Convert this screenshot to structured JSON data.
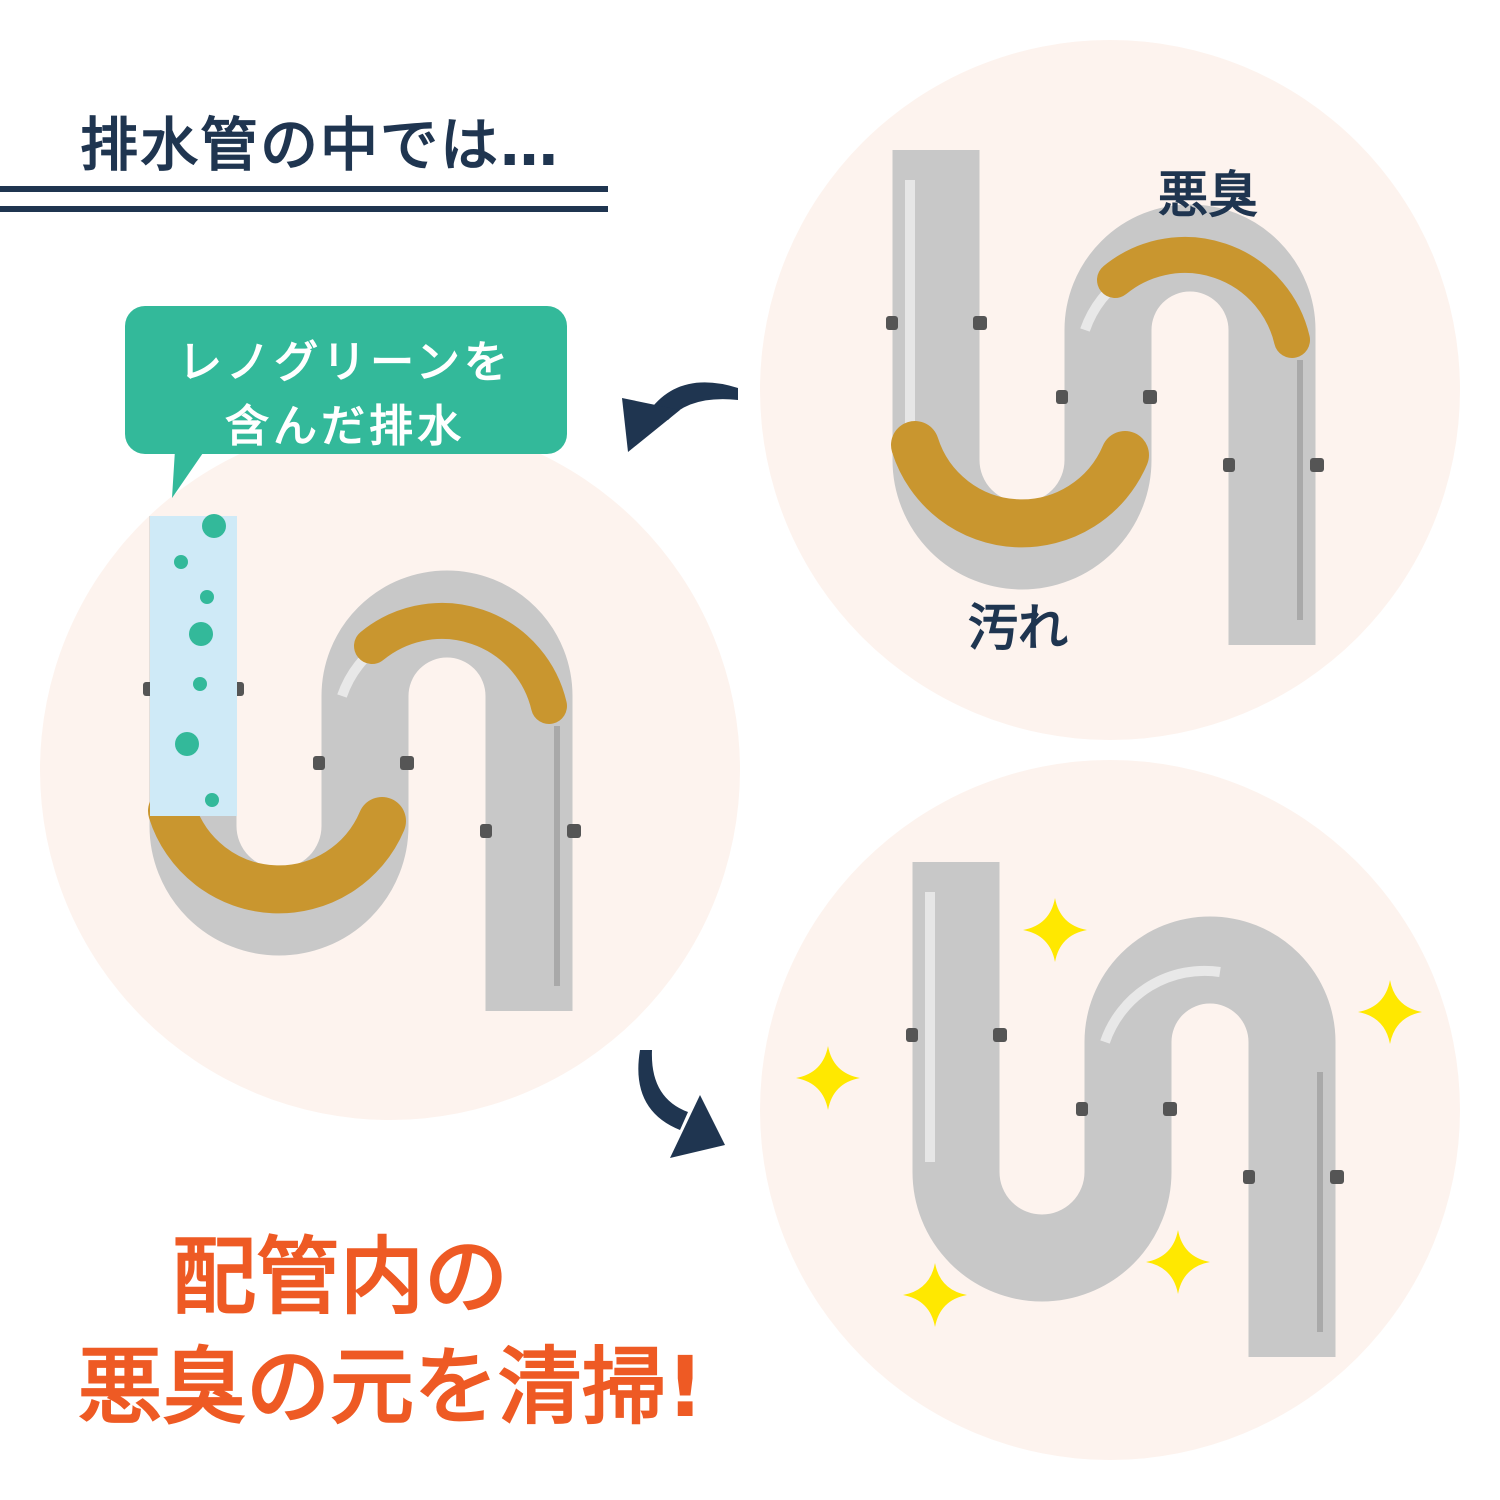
{
  "header": {
    "title": "排水管の中では…"
  },
  "top_right_panel": {
    "label_odor": "悪臭",
    "label_dirt": "汚れ"
  },
  "speech_bubble": {
    "line1": "レノグリーンを",
    "line2": "含んだ排水"
  },
  "message": {
    "line1": "配管内の",
    "line2": "悪臭の元を清掃!"
  },
  "colors": {
    "navy": "#1f3550",
    "teal": "#33b99a",
    "orange": "#ee5a24",
    "circle": "#fdf3ee",
    "pipe": "#c8c8c8",
    "sludge": "#c9962f",
    "sparkle": "#ffe800",
    "water": "#cfeaf7"
  }
}
